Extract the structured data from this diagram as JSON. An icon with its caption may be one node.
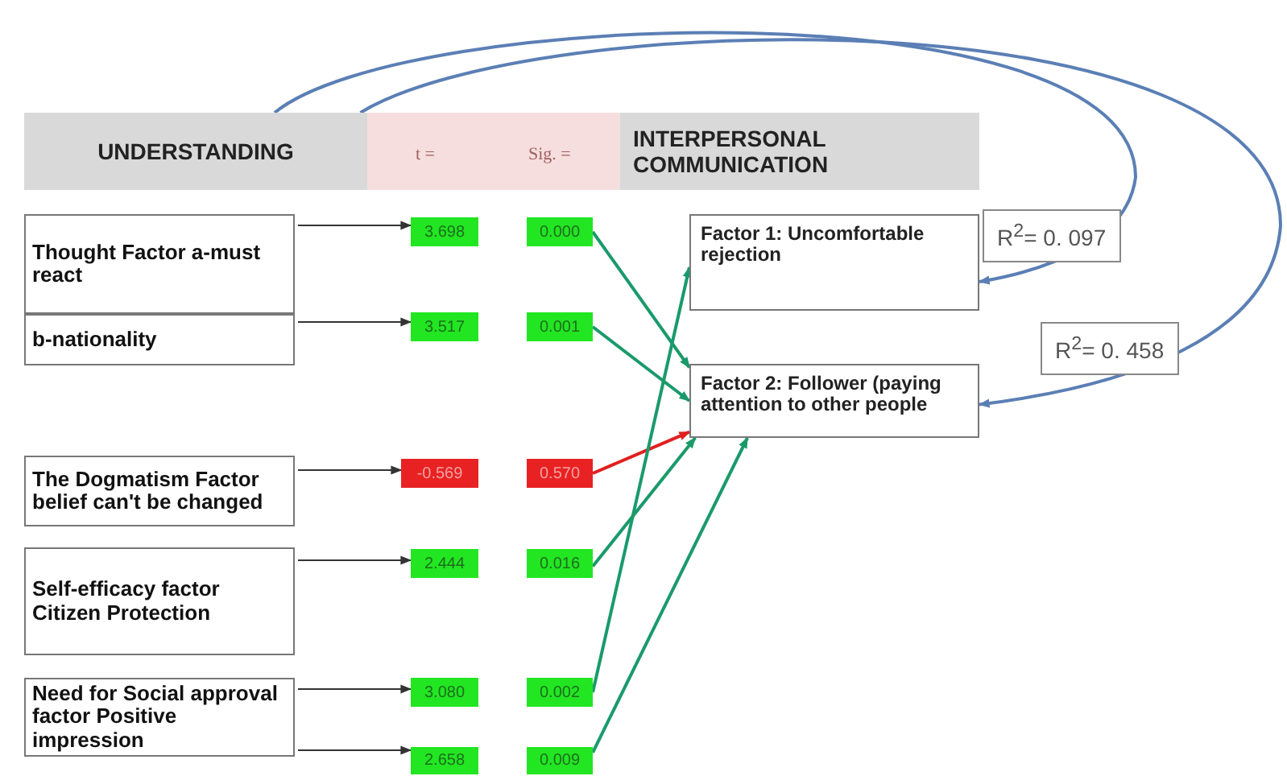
{
  "diagram": {
    "nodes": [
      {
        "text": [
          "UNDERSTANDING"
        ]
      },
      {
        "text": [
          "INTERPERSONAL COMMUNICATION"
        ]
      },
      {
        "text": [
          "Thought Factor a-must react"
        ]
      },
      {
        "text": [
          "b-nationality"
        ]
      },
      {
        "text": [
          "3.698"
        ]
      },
      {
        "text": [
          "0.000"
        ]
      },
      {
        "text": [
          "3.517"
        ]
      },
      {
        "text": [
          "0.001"
        ]
      },
      {
        "text": [
          "The Dogmatism Factor belief can't be changed"
        ]
      },
      {
        "text": [
          "-0.569"
        ]
      },
      {
        "text": [
          "0.570"
        ]
      },
      {
        "text": [
          "Self-efficacy factor Citizen Protection"
        ]
      },
      {
        "text": [
          "2.444"
        ]
      },
      {
        "text": [
          "0.016"
        ]
      },
      {
        "text": [
          "Need for Social approval factor Positive impression"
        ]
      },
      {
        "text": [
          "3.080"
        ]
      },
      {
        "text": [
          "0.002"
        ]
      },
      {
        "text": [
          "2.658"
        ]
      },
      {
        "text": [
          "0.009"
        ]
      },
      {
        "text": [
          "Factor 1: Uncomfortable rejection"
        ]
      },
      {
        "text": [
          "Factor 2: Follower (paying attention to other people"
        ]
      }
    ],
    "edges": [
      {
        "from": 2,
        "to": 4,
        "arrow": "to"
      },
      {
        "from": 3,
        "to": 6,
        "arrow": "to"
      },
      {
        "from": 8,
        "to": 9,
        "arrow": "to"
      },
      {
        "from": 11,
        "to": 12,
        "arrow": "to"
      },
      {
        "from": 14,
        "to": 15,
        "arrow": "to"
      },
      {
        "from": 14,
        "to": 17,
        "arrow": "to"
      },
      {
        "from": 5,
        "to": 20,
        "arrow": "to",
        "color": "#1a9a6a"
      },
      {
        "from": 7,
        "to": 20,
        "arrow": "to",
        "color": "#1a9a6a"
      },
      {
        "from": 10,
        "to": 20,
        "arrow": "to",
        "color": "#e02020"
      },
      {
        "from": 13,
        "to": 20,
        "arrow": "to",
        "color": "#1a9a6a"
      },
      {
        "from": 16,
        "to": 19,
        "arrow": "to",
        "color": "#1a9a6a"
      },
      {
        "from": 18,
        "to": 20,
        "arrow": "to",
        "color": "#1a9a6a"
      },
      {
        "from": 0,
        "to": 19,
        "arrow": "to",
        "color": "#5b7fb5",
        "label": "R$^{2}$= 0. 097"
      },
      {
        "from": 0,
        "to": 20,
        "arrow": "to",
        "color": "#5b7fb5",
        "label": "R$^{2}$= 0. 458"
      }
    ],
    "labels": [
      "t =",
      "Sig. ="
    ]
  }
}
